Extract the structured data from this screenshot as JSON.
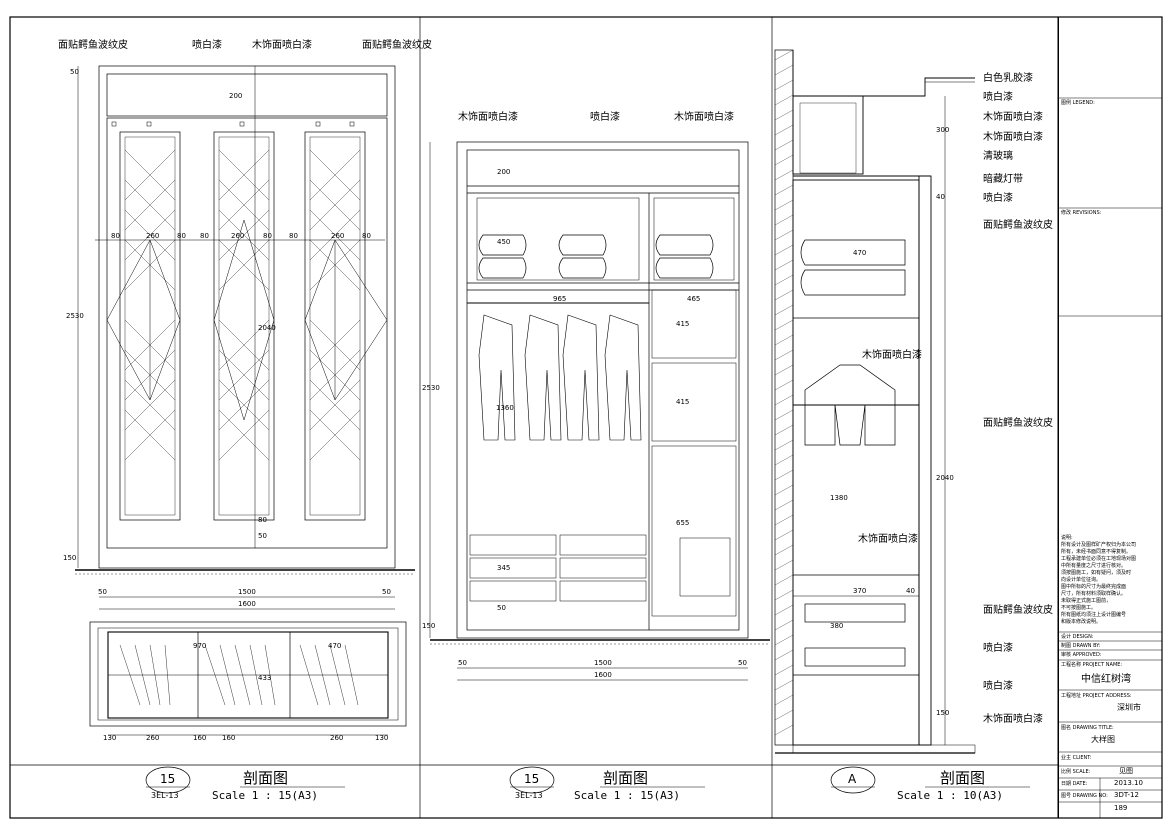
{
  "views": [
    {
      "id": "left",
      "number": "15",
      "sheet_ref": "3EL-13",
      "title": "剖面图",
      "scale": "Scale 1 : 15(A3)",
      "callouts": [
        "面贴鳄鱼波纹皮",
        "喷白漆",
        "木饰面喷白漆",
        "面贴鳄鱼波纹皮"
      ],
      "dims_top": [
        "50",
        "200",
        "80",
        "260",
        "80",
        "80",
        "260",
        "80",
        "80",
        "260",
        "80"
      ],
      "dims_side": [
        "2530",
        "2040",
        "50",
        "80",
        "150"
      ],
      "dims_bottom": [
        "50",
        "1500",
        "50",
        "1600"
      ],
      "plan_dims": [
        "970",
        "470",
        "433"
      ],
      "plan_bottom": [
        "130",
        "260",
        "160",
        "160",
        "260",
        "130"
      ]
    },
    {
      "id": "middle",
      "number": "15",
      "sheet_ref": "3EL-13",
      "title": "剖面图",
      "scale": "Scale 1 : 15(A3)",
      "callouts": [
        "木饰面喷白漆",
        "喷白漆",
        "木饰面喷白漆"
      ],
      "dims_inner": [
        "200",
        "450",
        "965",
        "465",
        "415",
        "415",
        "1360",
        "655",
        "345",
        "50",
        "2530",
        "150"
      ],
      "dims_bottom": [
        "50",
        "1500",
        "50",
        "1600"
      ]
    },
    {
      "id": "right",
      "number": "A",
      "sheet_ref": "",
      "title": "剖面图",
      "scale": "Scale 1 : 10(A3)",
      "callouts": [
        "白色乳胶漆",
        "喷白漆",
        "木饰面喷白漆",
        "木饰面喷白漆",
        "清玻璃",
        "暗藏灯带",
        "喷白漆",
        "面贴鳄鱼波纹皮",
        "木饰面喷白漆",
        "面贴鳄鱼波纹皮",
        "木饰面喷白漆",
        "面贴鳄鱼波纹皮",
        "喷白漆",
        "喷白漆",
        "木饰面喷白漆"
      ],
      "dims": [
        "300",
        "40",
        "470",
        "2040",
        "1380",
        "370",
        "40",
        "380",
        "150"
      ]
    }
  ],
  "title_block": {
    "legend_label": "图例 LEGEND:",
    "revision_label": "修改 REVISIONS:",
    "notes_label": "说明:",
    "notes": [
      "所有设计及图样矿产权归为本公司",
      "所有，未经书面同意不得复制。",
      "工程承建单位必须在工地现场对图",
      "中所有量度之尺寸进行核对。",
      "须按图施工，如有疑问，须及时",
      "向设计单位征询。",
      "图中所标的尺寸为最终完成面",
      "尺寸，所有材料须取样确认。",
      "未取得正式施工图前，",
      "不可按图施工。",
      "所有图纸均须注上设计图编号",
      "和版本修改说明。"
    ],
    "design_label": "设计 DESIGN:",
    "drawn_label": "制图 DRAWN BY:",
    "check_label": "审核 APPROVED:",
    "project_name_label": "工程名称 PROJECT NAME:",
    "project_name": "中信红树湾",
    "address_label": "工程地址 PROJECT ADDRESS:",
    "address": "深圳市",
    "drawing_title_label": "图名 DRAWING TITLE:",
    "drawing_title": "大样图",
    "client_label": "业主 CLIENT:",
    "scale_label": "比例 SCALE:",
    "scale": "见图",
    "date_label": "日期 DATE:",
    "date": "2013.10",
    "drawing_no_label": "图号 DRAWING NO:",
    "drawing_no": "3DT-12",
    "page_no": "189"
  }
}
